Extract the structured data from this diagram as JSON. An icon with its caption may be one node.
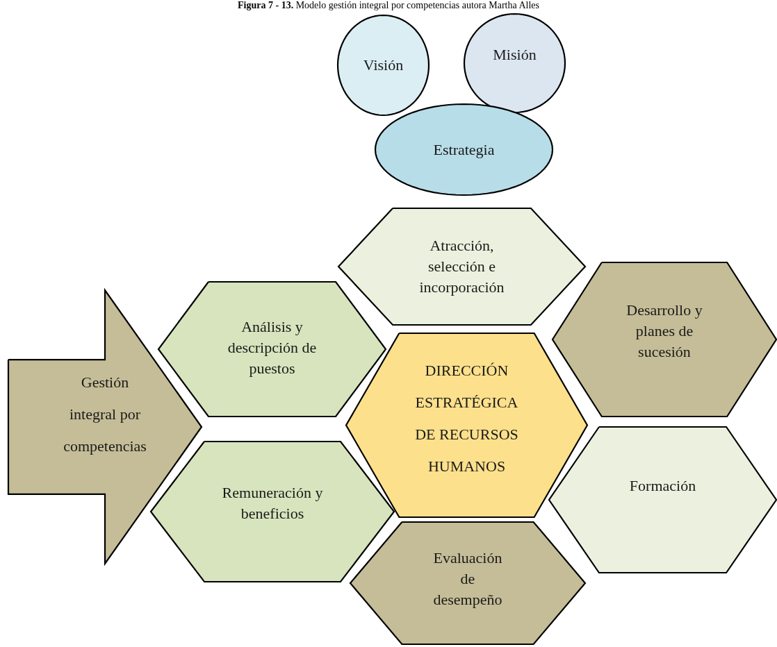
{
  "diagram": {
    "title": "**Figura 7 - 13.** Modelo gestión integral por competencias autora Martha Alles",
    "nodes": [
      {
        "text": [
          "Visión"
        ]
      },
      {
        "text": [
          "Misión"
        ]
      },
      {
        "text": [
          "Estrategia"
        ]
      },
      {
        "text": [
          "Atracción, selección e incorporación"
        ]
      },
      {
        "text": [
          "Análisis y descripción de puestos"
        ]
      },
      {
        "text": [
          "Desarrollo y planes de sucesión"
        ]
      },
      {
        "text": [
          "DIRECCIÓN ESTRATÉGICA DE RECURSOS HUMANOS"
        ]
      },
      {
        "text": [
          "Gestión integral por competencias"
        ]
      },
      {
        "text": [
          "Formación"
        ]
      },
      {
        "text": [
          "Remuneración y beneficios"
        ]
      },
      {
        "text": [
          "Evaluación de desempeño"
        ]
      }
    ]
  }
}
